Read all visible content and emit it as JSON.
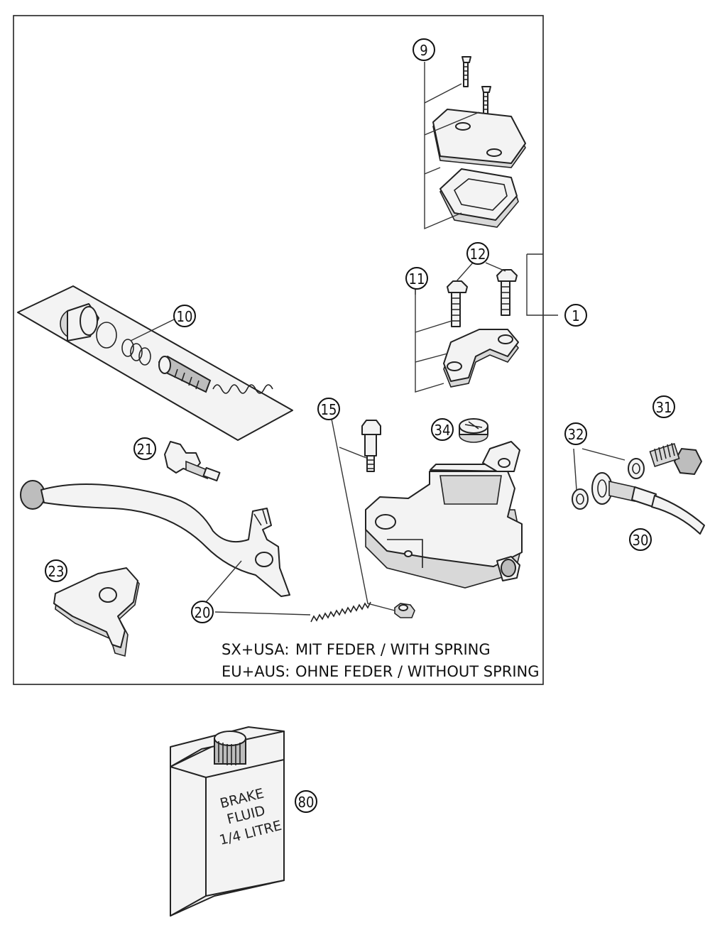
{
  "callouts": {
    "c1": "1",
    "c9": "9",
    "c10": "10",
    "c11": "11",
    "c12": "12",
    "c15": "15",
    "c20": "20",
    "c21": "21",
    "c23": "23",
    "c30": "30",
    "c31": "31",
    "c32": "32",
    "c34": "34",
    "c80": "80"
  },
  "notes": {
    "line1_prefix": "SX+USA:",
    "line1_text": "MIT FEDER / WITH SPRING",
    "line2_prefix": "EU+AUS:",
    "line2_text": "OHNE FEDER / WITHOUT SPRING"
  },
  "can_label": {
    "line1": "BRAKE",
    "line2": "FLUID",
    "line3": "1/4 LITRE"
  }
}
